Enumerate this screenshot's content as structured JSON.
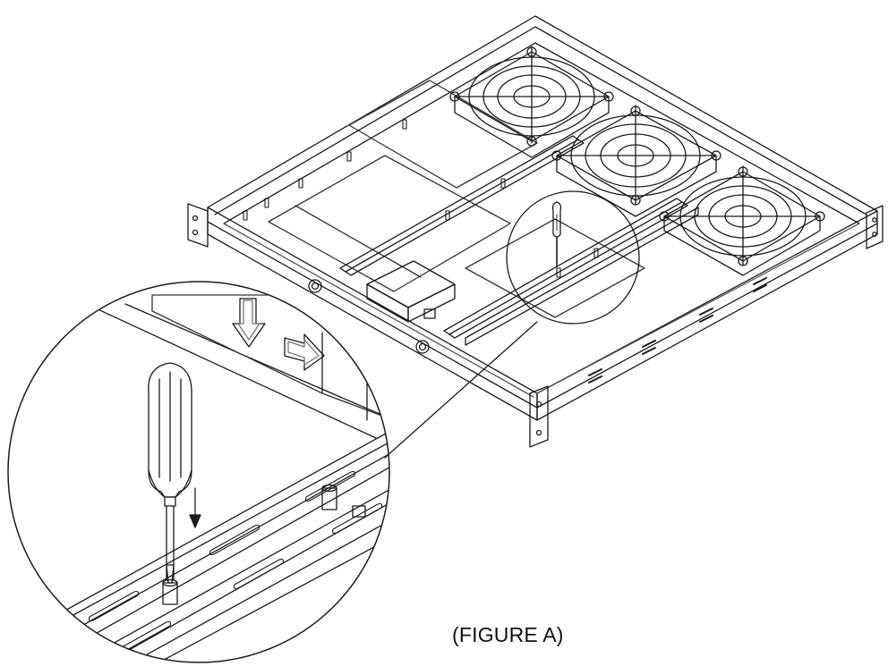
{
  "figure": {
    "caption": "(FIGURE A)",
    "subject": "rack-chassis",
    "tool": "screwdriver-icon",
    "fan_count": 3,
    "colors": {
      "line": "#1a1a1a",
      "background": "#ffffff",
      "light_line": "#8a8a8a"
    }
  }
}
